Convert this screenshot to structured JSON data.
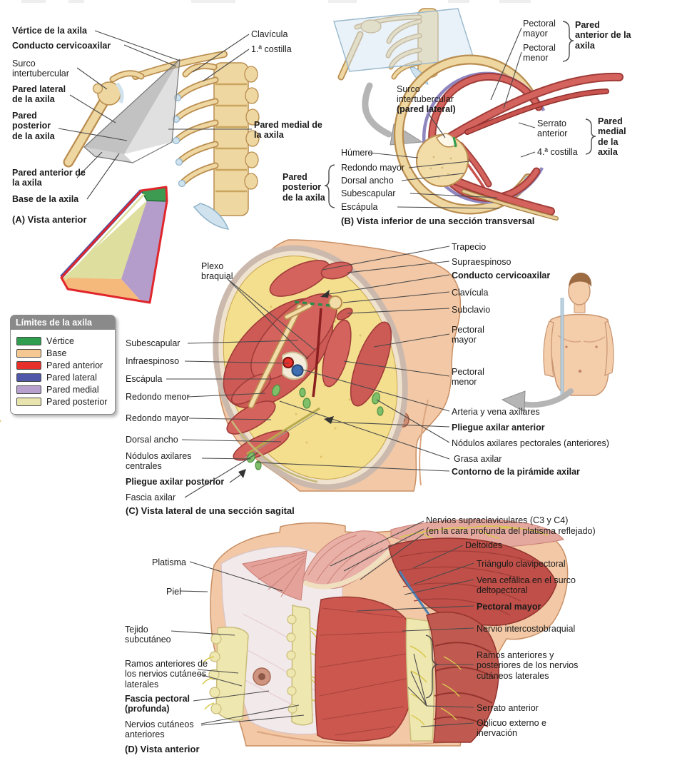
{
  "legend": {
    "title": "Límites de la axila",
    "items": [
      {
        "label": "Vértice",
        "color": "#2f9e4e"
      },
      {
        "label": "Base",
        "color": "#f6c891"
      },
      {
        "label": "Pared anterior",
        "color": "#e8302a"
      },
      {
        "label": "Pared lateral",
        "color": "#5057a8"
      },
      {
        "label": "Pared medial",
        "color": "#b7a0cd"
      },
      {
        "label": "Pared posterior",
        "color": "#e8e4ae"
      }
    ]
  },
  "panelA": {
    "caption": "(A) Vista anterior",
    "labels": {
      "vertice": "Vértice de la axila",
      "conducto": "Conducto cervicoaxilar",
      "surco": "Surco intertubercular",
      "pared_lateral": "Pared lateral de la axila",
      "pared_posterior": "Pared posterior de la axila",
      "clavicula": "Clavícula",
      "costilla1": "1.ª costilla",
      "pared_medial": "Pared medial de la axila",
      "pared_anterior": "Pared anterior de la axila",
      "base": "Base de la axila"
    }
  },
  "panelB": {
    "caption": "(B) Vista inferior de una sección transversal",
    "labels": {
      "pectoral_mayor": "Pectoral mayor",
      "pectoral_menor": "Pectoral menor",
      "pared_anterior": "Pared anterior de la axila",
      "surco_linea1": "Surco intertubercular",
      "surco_linea2": "(pared lateral)",
      "serrato": "Serrato anterior",
      "costilla4": "4.ª costilla",
      "pared_medial": "Pared medial de la axila",
      "humero": "Húmero",
      "redondo_mayor": "Redondo mayor",
      "dorsal_ancho": "Dorsal ancho",
      "subescapular": "Subescapular",
      "escapula": "Escápula",
      "pared_posterior": "Pared posterior de la axila"
    }
  },
  "panelC": {
    "caption": "(C) Vista lateral de una sección sagital",
    "labels": {
      "plexo": "Plexo braquial",
      "subescapular": "Subescapular",
      "infraespinoso": "Infraespinoso",
      "escapula": "Escápula",
      "redondo_menor": "Redondo menor",
      "redondo_mayor": "Redondo mayor",
      "dorsal_ancho": "Dorsal ancho",
      "nodulos_centrales": "Nódulos axilares centrales",
      "pliegue_posterior": "Pliegue axilar posterior",
      "fascia_axilar": "Fascia axilar",
      "trapecio": "Trapecio",
      "supraespinoso": "Supraespinoso",
      "conducto": "Conducto cervicoaxilar",
      "clavicula": "Clavícula",
      "subclavio": "Subclavio",
      "pectoral_mayor": "Pectoral mayor",
      "pectoral_menor": "Pectoral menor",
      "arteria_vena": "Arteria y vena axilares",
      "pliegue_anterior": "Pliegue axilar anterior",
      "nodulos_pectorales": "Nódulos axilares pectorales (anteriores)",
      "grasa": "Grasa axilar",
      "contorno": "Contorno de la pirámide axilar"
    }
  },
  "panelD": {
    "caption": "(D) Vista anterior",
    "labels": {
      "platisma": "Platisma",
      "piel": "Piel",
      "tejido": "Tejido subcutáneo",
      "ramos_izq": "Ramos anteriores de los nervios cutáneos laterales",
      "fascia_pectoral": "Fascia pectoral (profunda)",
      "nervios_cutaneos": "Nervios cutáneos anteriores",
      "nervios_supra1": "Nervios supraclaviculares (C3 y C4)",
      "nervios_supra2": "(en la cara profunda del platisma reflejado)",
      "deltoides": "Deltoides",
      "triangulo": "Triángulo clavipectoral",
      "vena_cefalica": "Vena cefálica en el surco deltopectoral",
      "pectoral_mayor": "Pectoral mayor",
      "nervio_intercosto": "Nervio intercostobraquial",
      "ramos_ant_post": "Ramos anteriores y posteriores de los nervios cutáneos laterales",
      "serrato": "Serrato anterior",
      "oblicuo": "Oblicuo externo e inervación"
    }
  }
}
